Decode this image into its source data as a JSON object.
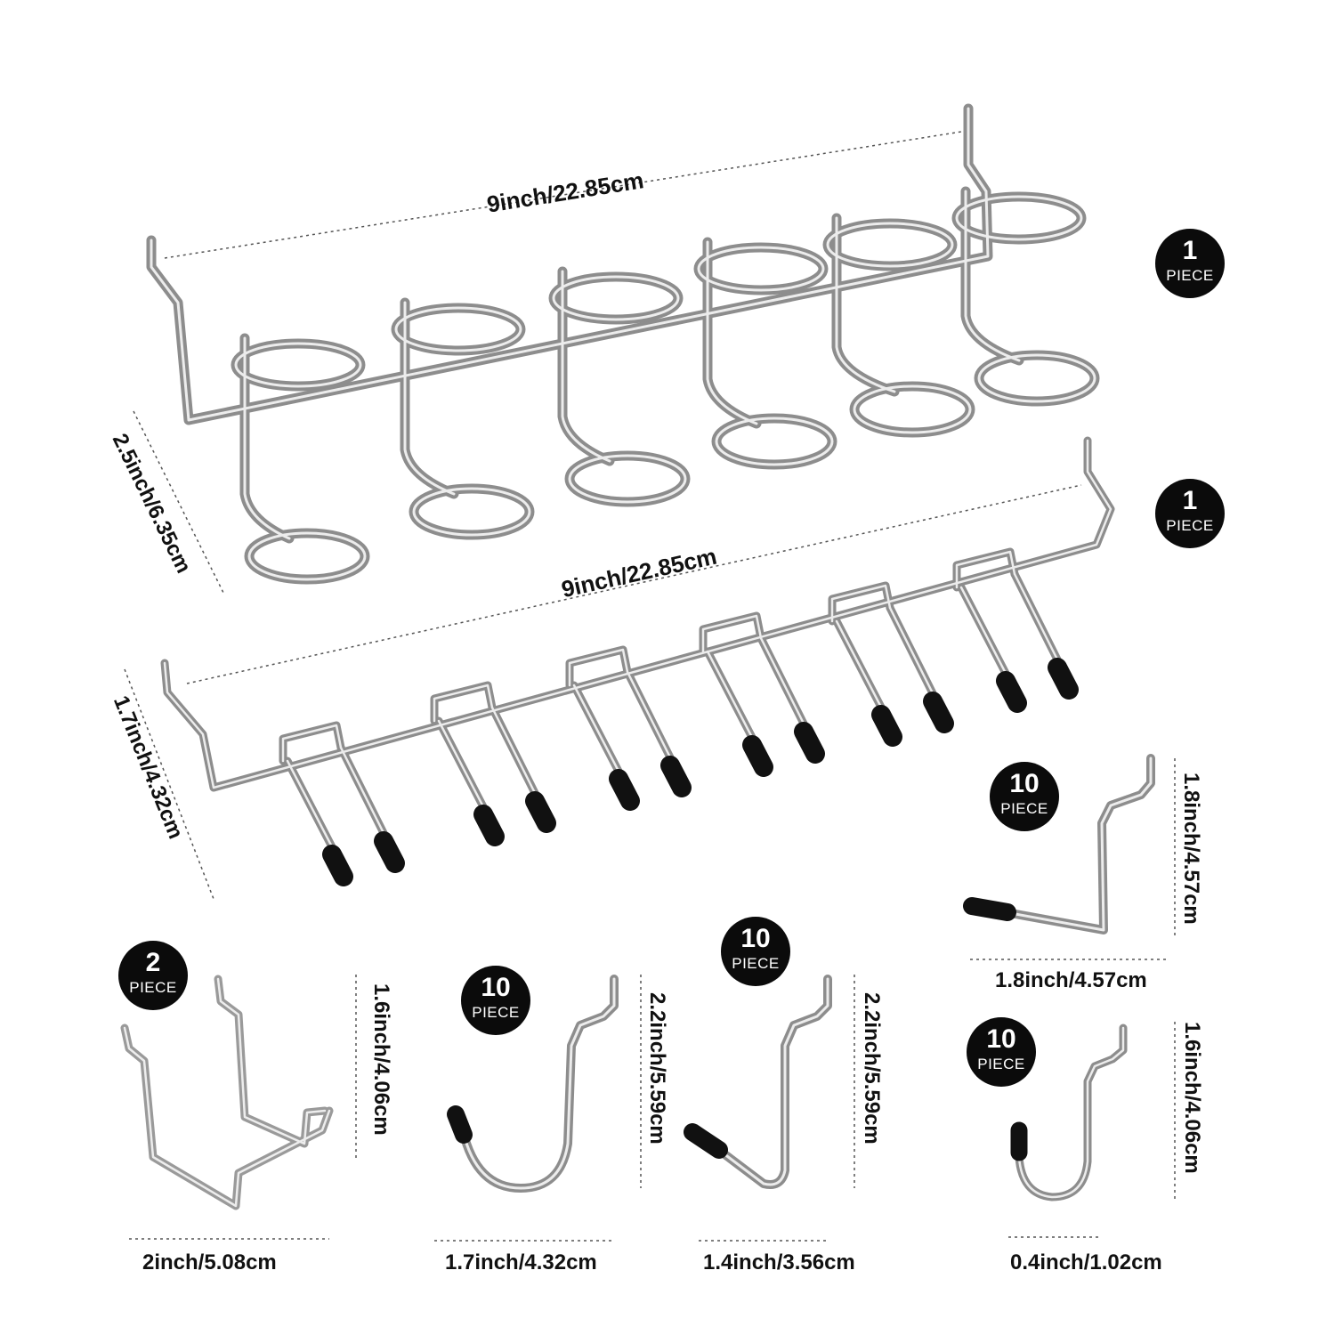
{
  "dimensions": {
    "rack1_width": "9inch/22.85cm",
    "rack1_height": "2.5inch/6.35cm",
    "rack2_width": "9inch/22.85cm",
    "rack2_height": "1.7inch/4.32cm",
    "hook_l_height": "1.8inch/4.57cm",
    "hook_l_width": "1.8inch/4.57cm",
    "holder_height": "1.6inch/4.06cm",
    "holder_width": "2inch/5.08cm",
    "hook_j_height": "2.2inch/5.59cm",
    "hook_j_width": "1.7inch/4.32cm",
    "hook_angled_height": "2.2inch/5.59cm",
    "hook_angled_width": "1.4inch/3.56cm",
    "hook_small_height": "1.6inch/4.06cm",
    "hook_small_width": "0.4inch/1.02cm"
  },
  "badges": {
    "rack1": {
      "count": "1",
      "unit": "PIECE"
    },
    "rack2": {
      "count": "1",
      "unit": "PIECE"
    },
    "hook_l": {
      "count": "10",
      "unit": "PIECE"
    },
    "holder": {
      "count": "2",
      "unit": "PIECE"
    },
    "hook_j": {
      "count": "10",
      "unit": "PIECE"
    },
    "hook_angled": {
      "count": "10",
      "unit": "PIECE"
    },
    "hook_small": {
      "count": "10",
      "unit": "PIECE"
    }
  },
  "colors": {
    "steel": "#8d8d8d",
    "steel_light": "#e6e6e6",
    "rubber_tip": "#111111",
    "badge": "#0b0b0b"
  }
}
